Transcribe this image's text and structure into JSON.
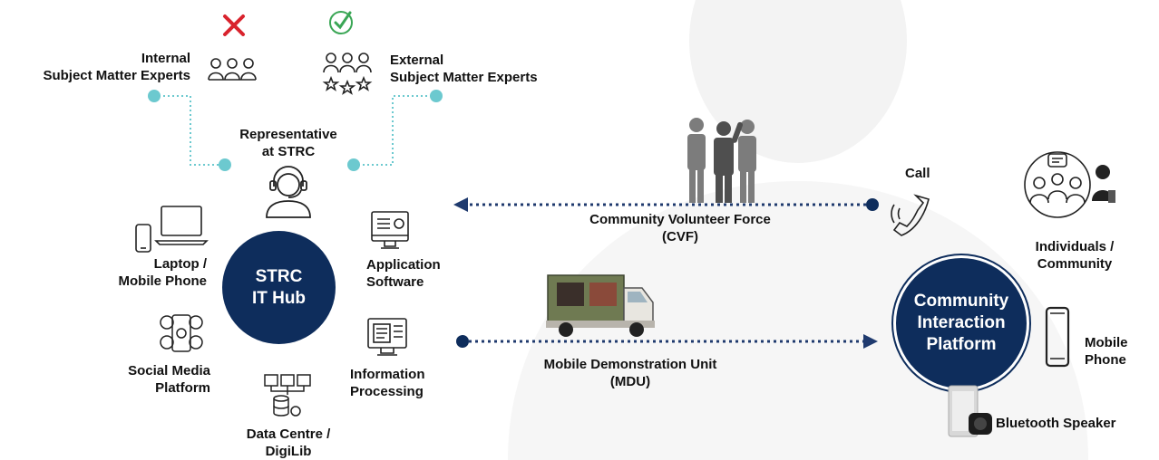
{
  "experts": {
    "internal": {
      "line1": "Internal",
      "line2": "Subject Matter Experts"
    },
    "external": {
      "line1": "External",
      "line2": "Subject Matter Experts"
    },
    "representative": {
      "line1": "Representative",
      "line2": "at STRC"
    }
  },
  "hub": {
    "line1": "STRC",
    "line2": "IT Hub"
  },
  "hub_items": {
    "laptop": {
      "line1": "Laptop /",
      "line2": "Mobile Phone"
    },
    "app": {
      "line1": "Application",
      "line2": "Software"
    },
    "social": {
      "line1": "Social Media",
      "line2": "Platform"
    },
    "info": {
      "line1": "Information",
      "line2": "Processing"
    },
    "datacentre": {
      "line1": "Data Centre /",
      "line2": "DigiLib"
    }
  },
  "channels": {
    "cvf": {
      "line1": "Community Volunteer Force",
      "line2": "(CVF)"
    },
    "mdu": {
      "line1": "Mobile Demonstration Unit",
      "line2": "(MDU)"
    }
  },
  "platform": {
    "line1": "Community",
    "line2": "Interaction",
    "line3": "Platform"
  },
  "platform_items": {
    "call": "Call",
    "individuals": {
      "line1": "Individuals /",
      "line2": "Community"
    },
    "mobile": {
      "line1": "Mobile",
      "line2": "Phone"
    },
    "speaker": "Bluetooth Speaker"
  },
  "colors": {
    "navy": "#0e2d5c",
    "teal": "#6cc9cf",
    "red": "#d9232d",
    "green": "#3aa655",
    "arrow": "#1f3a6e"
  }
}
